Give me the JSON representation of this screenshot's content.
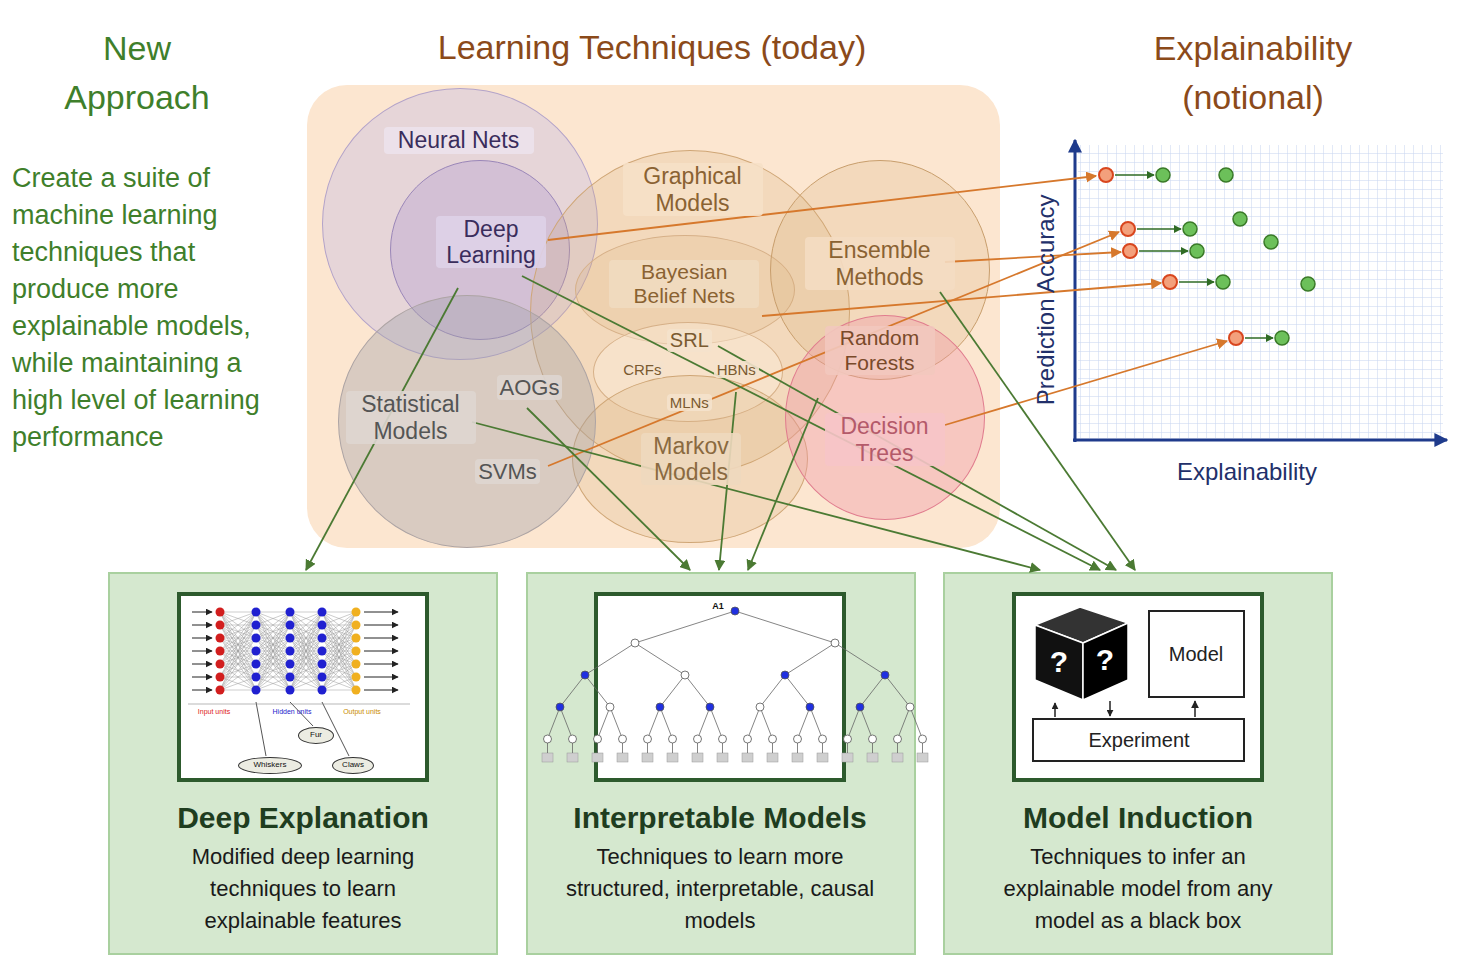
{
  "diagram": {
    "nodes": [
      {
        "text": [
          "Learning Techniques (today)"
        ]
      },
      {
        "text": [
          "Neural Nets"
        ],
        "in": 0
      },
      {
        "text": [
          "Deep Learning"
        ],
        "in": 1
      },
      {
        "text": [
          "Graphical Models"
        ],
        "in": 0
      },
      {
        "text": [
          "Bayesian Belief Nets"
        ],
        "in": 3
      },
      {
        "text": [
          "SRL",
          "CRFs",
          "HBNs",
          "MLNs"
        ],
        "in": 3
      },
      {
        "text": [
          "Markov Models"
        ],
        "in": 3
      },
      {
        "text": [
          "Ensemble Methods"
        ],
        "in": 0
      },
      {
        "text": [
          "Random Forests",
          "Decision Trees"
        ],
        "in": 0
      },
      {
        "text": [
          "Statistical Models",
          "AOGs",
          "SVMs"
        ],
        "in": 0
      },
      {
        "text": [
          "Explainability (notional)",
          "Prediction Accuracy",
          "Explainability"
        ]
      },
      {
        "text": [
          "Deep Explanation",
          "Modified deep learning techniques to learn explainable features"
        ]
      },
      {
        "text": [
          "Fur"
        ],
        "in": 11
      },
      {
        "text": [
          "Whiskers"
        ],
        "in": 11
      },
      {
        "text": [
          "Claws"
        ],
        "in": 11
      },
      {
        "text": [
          "Interpretable Models",
          "Techniques to learn more structured, interpretable, causal models"
        ]
      },
      {
        "text": [
          "Model Induction",
          "Techniques to infer an explainable model from any model as a black box"
        ]
      },
      {
        "text": [
          "Model"
        ],
        "in": 16
      },
      {
        "text": [
          "Experiment"
        ],
        "in": 16
      }
    ],
    "edges": [
      {
        "from": 2,
        "to": 10,
        "arrow": "to"
      },
      {
        "from": 9,
        "to": 10,
        "arrow": "to"
      },
      {
        "from": 4,
        "to": 10,
        "arrow": "to"
      },
      {
        "from": 7,
        "to": 10,
        "arrow": "to"
      },
      {
        "from": 8,
        "to": 10,
        "arrow": "to"
      },
      {
        "from": 2,
        "to": 11,
        "arrow": "to"
      },
      {
        "from": 9,
        "to": 15,
        "arrow": "to"
      },
      {
        "from": 5,
        "to": 15,
        "arrow": "to"
      },
      {
        "from": 8,
        "to": 15,
        "arrow": "to"
      },
      {
        "from": 9,
        "to": 16,
        "arrow": "to"
      },
      {
        "from": 2,
        "to": 16,
        "arrow": "to"
      },
      {
        "from": 5,
        "to": 16,
        "arrow": "to"
      },
      {
        "from": 7,
        "to": 16,
        "arrow": "to"
      },
      {
        "from": 18,
        "to": 17,
        "arrow": "to"
      }
    ],
    "labels": [
      "New Approach",
      "Create a suite of machine learning techniques that produce more explainable models, while maintaining a high level of learning performance",
      "Input units",
      "Hidden units",
      "Output units",
      "A1",
      "?",
      "?"
    ]
  }
}
